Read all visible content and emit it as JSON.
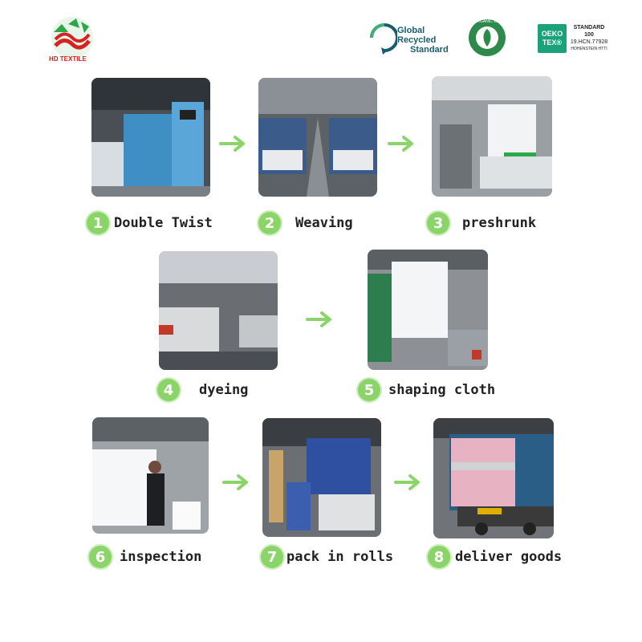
{
  "header": {
    "logo_text": "HD TEXTILE",
    "grs_text_1": "Global Recycled",
    "grs_text_2": "Standard",
    "ocs_text": "ORGANIC 100",
    "oeko_box": "OEKO TEX®",
    "oeko_standard": "STANDARD",
    "oeko_100": "100",
    "oeko_code": "19.HCN.77928",
    "oeko_inst": "HOHENSTEIN HTTI"
  },
  "steps": [
    {
      "num": "1",
      "label": "Double Twist"
    },
    {
      "num": "2",
      "label": "Weaving"
    },
    {
      "num": "3",
      "label": "preshrunk"
    },
    {
      "num": "4",
      "label": "dyeing"
    },
    {
      "num": "5",
      "label": "shaping cloth"
    },
    {
      "num": "6",
      "label": "inspection"
    },
    {
      "num": "7",
      "label": "pack in rolls"
    },
    {
      "num": "8",
      "label": "deliver goods"
    }
  ],
  "colors": {
    "accent": "#8bd46a",
    "arrow": "#8bd46a"
  }
}
